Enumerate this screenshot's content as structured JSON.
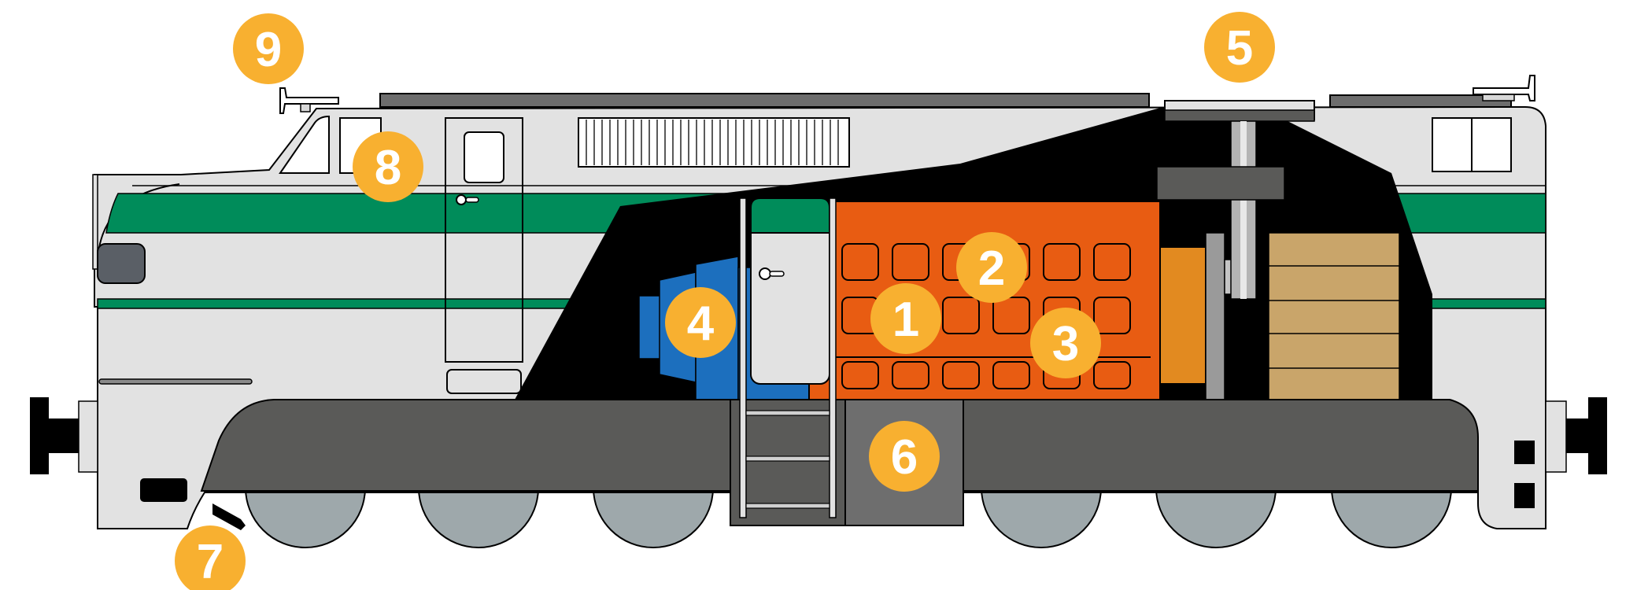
{
  "diagram": {
    "colors": {
      "body": "#e2e2e2",
      "stripe": "#008c5a",
      "frame": "#5a5a58",
      "cutaway": "#000000",
      "engine": "#e85c12",
      "generator": "#1c6fbe",
      "radiator": "#c9a56a",
      "wheel": "#9ea8ab",
      "marker": "#f8b030",
      "marker_text": "#ffffff"
    },
    "markers": [
      "1",
      "2",
      "3",
      "4",
      "5",
      "6",
      "7",
      "8",
      "9"
    ]
  }
}
